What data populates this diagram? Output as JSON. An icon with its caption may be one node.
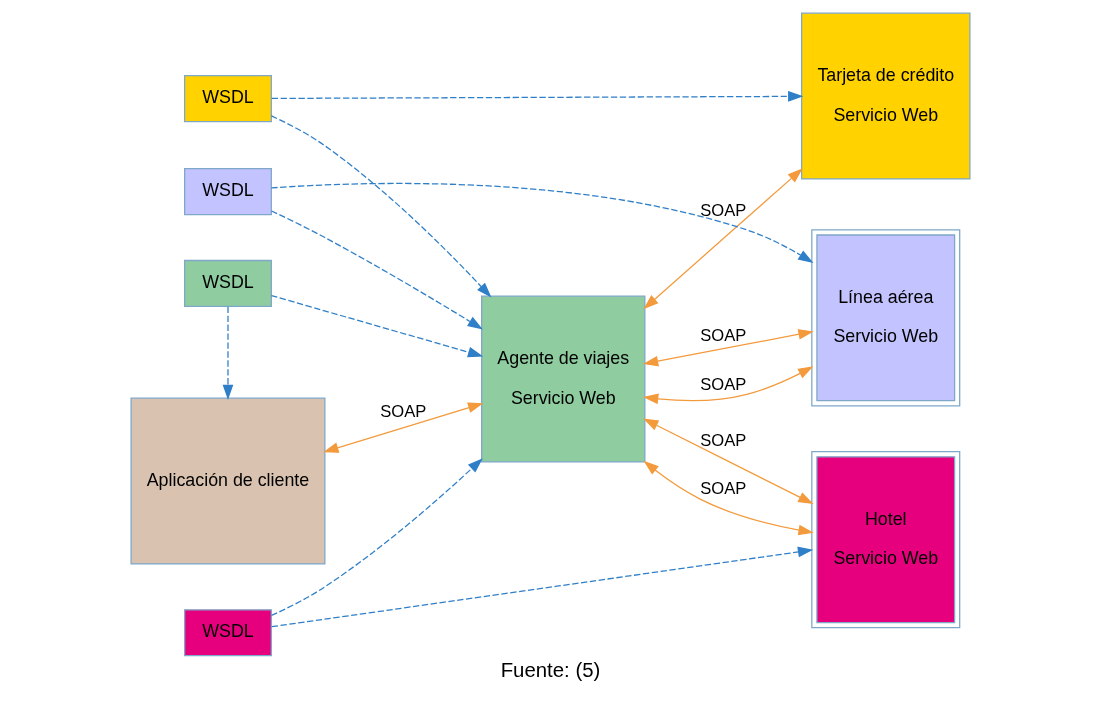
{
  "diagram": {
    "caption": "Fuente: (5)",
    "nodes": [
      {
        "text": [
          "WSDL"
        ]
      },
      {
        "text": [
          "Aplicación de cliente"
        ]
      },
      {
        "text": [
          "Agente de viajes",
          "Servicio Web"
        ]
      },
      {
        "text": [
          "WSDL"
        ]
      },
      {
        "text": [
          "Tarjeta de crédito",
          "Servicio Web"
        ]
      },
      {
        "text": [
          "WSDL"
        ]
      },
      {
        "text": [
          "Hotel",
          "Servicio Web"
        ]
      },
      {
        "text": [
          "WSDL"
        ]
      },
      {
        "text": [
          "Línea aérea",
          "Servicio Web"
        ]
      }
    ],
    "edges": [
      {
        "from": 0,
        "to": 1,
        "arrow": "to",
        "style": "dashed",
        "color": "#2f7fc8"
      },
      {
        "from": 0,
        "to": 2,
        "arrow": "to",
        "style": "dashed",
        "color": "#2f7fc8"
      },
      {
        "from": 1,
        "to": 2,
        "arrow": "both",
        "label": "SOAP",
        "color": "#f39a3c"
      },
      {
        "from": 3,
        "to": 2,
        "arrow": "to",
        "style": "dashed",
        "color": "#2f7fc8"
      },
      {
        "from": 3,
        "to": 4,
        "arrow": "to",
        "style": "dashed",
        "color": "#2f7fc8"
      },
      {
        "from": 2,
        "to": 4,
        "arrow": "both",
        "label": "SOAP",
        "color": "#f39a3c"
      },
      {
        "from": 5,
        "to": 2,
        "arrow": "to",
        "style": "dashed",
        "color": "#2f7fc8"
      },
      {
        "from": 5,
        "to": 6,
        "arrow": "to",
        "style": "dashed",
        "color": "#2f7fc8"
      },
      {
        "from": 2,
        "to": 6,
        "arrow": "both",
        "label": "SOAP",
        "color": "#f39a3c"
      },
      {
        "from": 2,
        "to": 6,
        "arrow": "both",
        "label": "SOAP",
        "color": "#f39a3c"
      },
      {
        "from": 7,
        "to": 2,
        "arrow": "to",
        "style": "dashed",
        "color": "#2f7fc8"
      },
      {
        "from": 7,
        "to": 8,
        "arrow": "to",
        "style": "dashed",
        "color": "#2f7fc8"
      },
      {
        "from": 2,
        "to": 8,
        "arrow": "both",
        "label": "SOAP",
        "color": "#f39a3c"
      },
      {
        "from": 2,
        "to": 8,
        "arrow": "both",
        "label": "SOAP",
        "color": "#f39a3c"
      }
    ]
  }
}
